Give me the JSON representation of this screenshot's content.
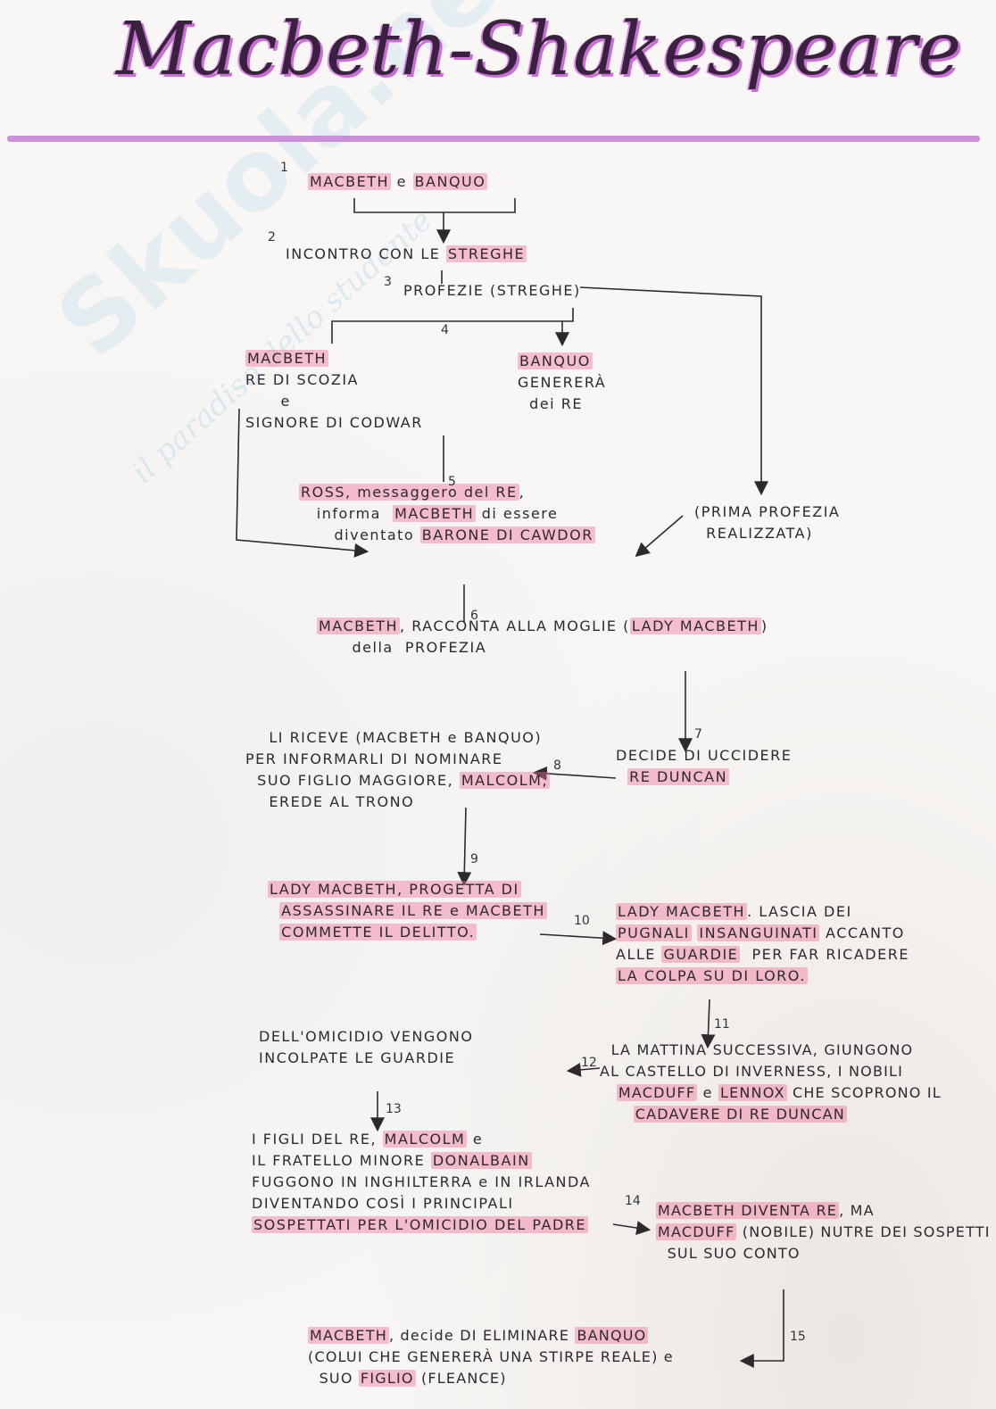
{
  "title": "Macbeth-Shakespeare",
  "watermark": {
    "brand": "Skuola.net",
    "tagline": "il paradiso dello studente"
  },
  "colors": {
    "title_ink": "#3b2140",
    "title_highlight": "#c86fd4",
    "rule": "#c27fd3",
    "highlighter": "#f06e96",
    "ink": "#2e2a2c"
  },
  "step_numbers": [
    "1",
    "2",
    "3",
    "4",
    "5",
    "6",
    "7",
    "8",
    "9",
    "10",
    "11",
    "12",
    "13",
    "14",
    "15"
  ],
  "nodes": [
    {
      "id": "n1",
      "lines": [
        [
          {
            "t": "MACBETH",
            "hl": true
          },
          {
            "t": " e "
          },
          {
            "t": "BANQUO",
            "hl": true
          }
        ]
      ]
    },
    {
      "id": "n2",
      "lines": [
        [
          {
            "t": "INCONTRO CON LE "
          },
          {
            "t": "STREGHE",
            "hl": true
          }
        ]
      ]
    },
    {
      "id": "n3",
      "lines": [
        [
          {
            "t": "PROFEZIE (STREGHE)"
          }
        ]
      ]
    },
    {
      "id": "n4a",
      "lines": [
        [
          {
            "t": "MACBETH",
            "hl": true
          }
        ],
        [
          {
            "t": "RE DI SCOZIA"
          }
        ],
        [
          {
            "t": "      e"
          }
        ],
        [
          {
            "t": "SIGNORE DI CODWAR"
          }
        ]
      ]
    },
    {
      "id": "n4b",
      "lines": [
        [
          {
            "t": "BANQUO",
            "hl": true
          }
        ],
        [
          {
            "t": "GENERERÀ"
          }
        ],
        [
          {
            "t": "  dei RE"
          }
        ]
      ]
    },
    {
      "id": "n5",
      "lines": [
        [
          {
            "t": "ROSS, messaggero del RE",
            "hl": true
          },
          {
            "t": ","
          }
        ],
        [
          {
            "t": "   informa  "
          },
          {
            "t": "MACBETH",
            "hl": true
          },
          {
            "t": " di essere"
          }
        ],
        [
          {
            "t": "      diventato "
          },
          {
            "t": "BARONE DI CAWDOR",
            "hl": true
          }
        ]
      ]
    },
    {
      "id": "n5b",
      "lines": [
        [
          {
            "t": "(PRIMA PROFEZIA"
          }
        ],
        [
          {
            "t": "  REALIZZATA)"
          }
        ]
      ]
    },
    {
      "id": "n6",
      "lines": [
        [
          {
            "t": "MACBETH",
            "hl": true
          },
          {
            "t": ", RACCONTA ALLA MOGLIE ("
          },
          {
            "t": "LADY MACBETH",
            "hl": true
          },
          {
            "t": ")"
          }
        ],
        [
          {
            "t": "      della  PROFEZIA"
          }
        ]
      ]
    },
    {
      "id": "n7",
      "lines": [
        [
          {
            "t": "DECIDE DI UCCIDERE"
          }
        ],
        [
          {
            "t": "  "
          },
          {
            "t": "RE DUNCAN",
            "hl": true
          }
        ]
      ]
    },
    {
      "id": "n8",
      "lines": [
        [
          {
            "t": "    LI RICEVE (MACBETH e BANQUO)"
          }
        ],
        [
          {
            "t": "PER INFORMARLI DI NOMINARE"
          }
        ],
        [
          {
            "t": "  SUO FIGLIO MAGGIORE, "
          },
          {
            "t": "MALCOLM,",
            "hl": true
          }
        ],
        [
          {
            "t": "    EREDE AL TRONO"
          }
        ]
      ]
    },
    {
      "id": "n9",
      "lines": [
        [
          {
            "t": "LADY MACBETH, PROGETTA DI",
            "hl": true
          }
        ],
        [
          {
            "t": "  "
          },
          {
            "t": "ASSASSINARE IL RE e MACBETH",
            "hl": true
          }
        ],
        [
          {
            "t": "  "
          },
          {
            "t": "COMMETTE IL DELITTO.",
            "hl": true
          }
        ]
      ]
    },
    {
      "id": "n10",
      "lines": [
        [
          {
            "t": "LADY MACBETH",
            "hl": true
          },
          {
            "t": ". LASCIA DEI"
          }
        ],
        [
          {
            "t": "PUGNALI",
            "hl": true
          },
          {
            "t": " "
          },
          {
            "t": "INSANGUINATI",
            "hl": true
          },
          {
            "t": " ACCANTO"
          }
        ],
        [
          {
            "t": "ALLE "
          },
          {
            "t": "GUARDIE",
            "hl": true
          },
          {
            "t": "  PER FAR RICADERE"
          }
        ],
        [
          {
            "t": "LA COLPA SU DI LORO.",
            "hl": true
          }
        ]
      ]
    },
    {
      "id": "n11",
      "lines": [
        [
          {
            "t": "  LA MATTINA SUCCESSIVA, GIUNGONO"
          }
        ],
        [
          {
            "t": "AL CASTELLO DI INVERNESS, I NOBILI"
          }
        ],
        [
          {
            "t": "   "
          },
          {
            "t": "MACDUFF",
            "hl": true
          },
          {
            "t": " e "
          },
          {
            "t": "LENNOX",
            "hl": true
          },
          {
            "t": " CHE SCOPRONO IL"
          }
        ],
        [
          {
            "t": "      "
          },
          {
            "t": "CADAVERE DI RE DUNCAN",
            "hl": true
          }
        ]
      ]
    },
    {
      "id": "n12",
      "lines": [
        [
          {
            "t": "DELL'OMICIDIO VENGONO"
          }
        ],
        [
          {
            "t": "INCOLPATE LE GUARDIE"
          }
        ]
      ]
    },
    {
      "id": "n13",
      "lines": [
        [
          {
            "t": "I FIGLI DEL RE, "
          },
          {
            "t": "MALCOLM",
            "hl": true
          },
          {
            "t": " e"
          }
        ],
        [
          {
            "t": "IL FRATELLO MINORE "
          },
          {
            "t": "DONALBAIN",
            "hl": true
          }
        ],
        [
          {
            "t": "FUGGONO IN INGHILTERRA e IN IRLANDA"
          }
        ],
        [
          {
            "t": "DIVENTANDO COSÌ I PRINCIPALI"
          }
        ],
        [
          {
            "t": "SOSPETTATI PER L'OMICIDIO DEL PADRE",
            "hl": true
          }
        ]
      ]
    },
    {
      "id": "n14",
      "lines": [
        [
          {
            "t": "MACBETH DIVENTA RE",
            "hl": true
          },
          {
            "t": ", MA"
          }
        ],
        [
          {
            "t": "MACDUFF",
            "hl": true
          },
          {
            "t": " (NOBILE) NUTRE DEI SOSPETTI"
          }
        ],
        [
          {
            "t": "  SUL SUO CONTO"
          }
        ]
      ]
    },
    {
      "id": "n15",
      "lines": [
        [
          {
            "t": "MACBETH",
            "hl": true
          },
          {
            "t": ", decide DI ELIMINARE "
          },
          {
            "t": "BANQUO",
            "hl": true
          }
        ],
        [
          {
            "t": "(COLUI CHE GENERERÀ UNA STIRPE REALE) e"
          }
        ],
        [
          {
            "t": "  SUO "
          },
          {
            "t": "FIGLIO",
            "hl": true
          },
          {
            "t": " (FLEANCE)"
          }
        ]
      ]
    }
  ]
}
